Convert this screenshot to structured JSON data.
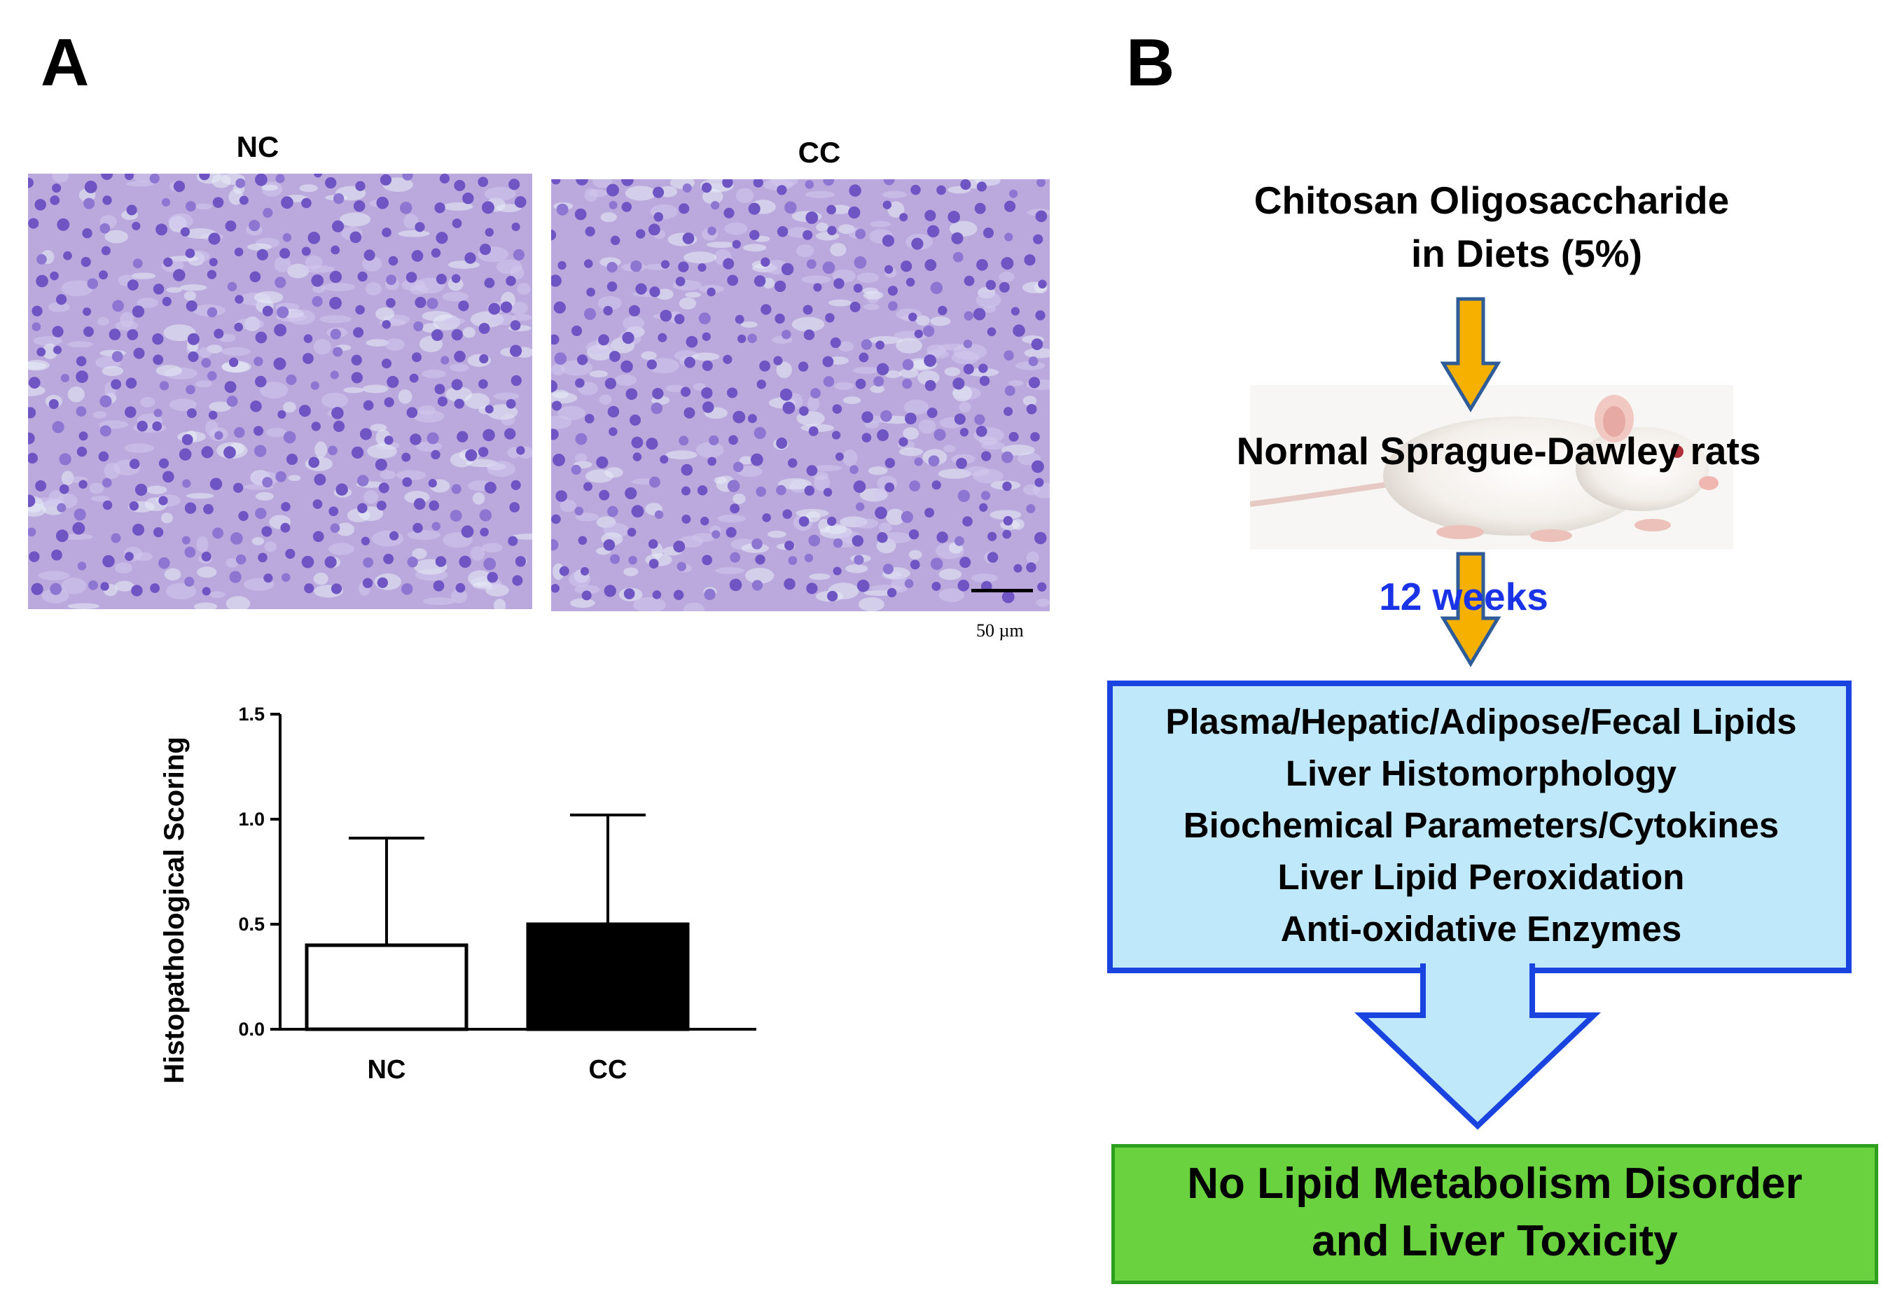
{
  "panel_a": {
    "letter": "A",
    "images": [
      {
        "label": "NC"
      },
      {
        "label": "CC",
        "scale_bar": "50 µm"
      }
    ],
    "chart_data": {
      "type": "bar",
      "categories": [
        "NC",
        "CC"
      ],
      "values": [
        0.4,
        0.5
      ],
      "error_upper": [
        0.91,
        1.02
      ],
      "ylabel": "Histopathological Scoring",
      "xlabel": "",
      "ylim": [
        0,
        1.5
      ],
      "yticks": [
        "0.0",
        "0.5",
        "1.0",
        "1.5"
      ],
      "bar_fill": [
        "#ffffff",
        "#000000"
      ]
    }
  },
  "panel_b": {
    "letter": "B",
    "intervention_line1": "Chitosan Oligosaccharide",
    "intervention_line2": "in Diets (5%)",
    "subjects": "Normal Sprague-Dawley rats",
    "duration": "12 weeks",
    "measurements": [
      "Plasma/Hepatic/Adipose/Fecal Lipids",
      "Liver Histomorphology",
      "Biochemical Parameters/Cytokines",
      "Liver Lipid Peroxidation",
      "Anti-oxidative Enzymes"
    ],
    "conclusion_line1": "No Lipid Metabolism Disorder",
    "conclusion_line2": "and Liver Toxicity",
    "colors": {
      "arrow_fill": "#f5b000",
      "arrow_stroke": "#2e5c99",
      "box_fill": "#bfe9fa",
      "box_stroke": "#1a44e0",
      "conclusion_fill": "#6ad13f",
      "conclusion_stroke": "#2e9e1e",
      "duration_text": "#1a33e6"
    }
  }
}
